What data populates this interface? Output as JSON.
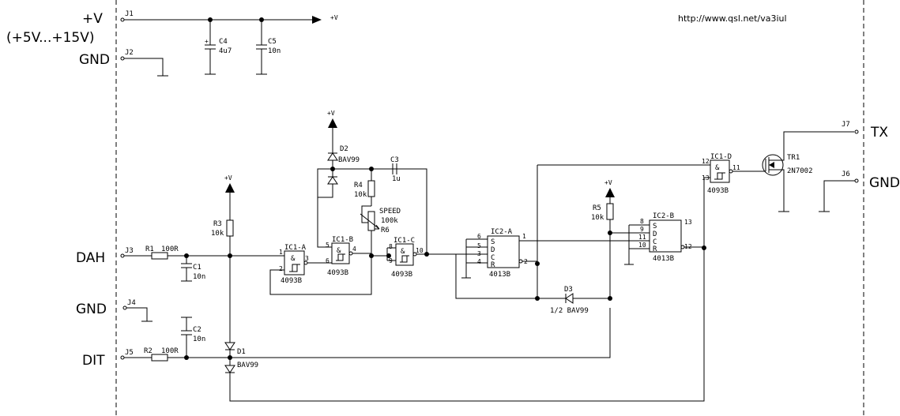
{
  "url": "http://www.qsl.net/va3iul",
  "supply": {
    "v_label": "+V",
    "range": "(+5V...+15V)",
    "gnd": "GND",
    "net": "+V"
  },
  "ports": {
    "dah": "DAH",
    "gnd_mid": "GND",
    "dit": "DIT",
    "tx": "TX",
    "gnd_right": "GND"
  },
  "jacks": [
    "J1",
    "J2",
    "J3",
    "J4",
    "J5",
    "J6",
    "J7"
  ],
  "components": {
    "c4": {
      "ref": "C4",
      "value": "4u7"
    },
    "c5": {
      "ref": "C5",
      "value": "10n"
    },
    "c1": {
      "ref": "C1",
      "value": "10n"
    },
    "c2": {
      "ref": "C2",
      "value": "10n"
    },
    "c3": {
      "ref": "C3",
      "value": "1u"
    },
    "r1": {
      "ref": "R1",
      "value": "100R"
    },
    "r2": {
      "ref": "R2",
      "value": "100R"
    },
    "r3": {
      "ref": "R3",
      "value": "10k"
    },
    "r4": {
      "ref": "R4",
      "value": "10k"
    },
    "r5": {
      "ref": "R5",
      "value": "10k"
    },
    "r6": {
      "ref": "R6",
      "name": "SPEED",
      "value": "100k"
    },
    "d1": {
      "ref": "D1",
      "value": "BAV99"
    },
    "d2": {
      "ref": "D2",
      "value": "BAV99"
    },
    "d3": {
      "ref": "D3",
      "value": "1/2 BAV99"
    },
    "tr1": {
      "ref": "TR1",
      "value": "2N7002"
    }
  },
  "gates": {
    "ic1a": {
      "ref": "IC1-A",
      "part": "4093B",
      "pins": [
        "1",
        "2",
        "3"
      ]
    },
    "ic1b": {
      "ref": "IC1-B",
      "part": "4093B",
      "pins": [
        "5",
        "6",
        "4"
      ]
    },
    "ic1c": {
      "ref": "IC1-C",
      "part": "4093B",
      "pins": [
        "8",
        "9",
        "10"
      ]
    },
    "ic1d": {
      "ref": "IC1-D",
      "part": "4093B",
      "pins": [
        "12",
        "13",
        "11"
      ]
    },
    "symbol": "&"
  },
  "flipflops": {
    "ic2a": {
      "ref": "IC2-A",
      "part": "4013B",
      "pins": {
        "s": "6",
        "d": "5",
        "c": "3",
        "r": "4",
        "q": "1",
        "qn": "2"
      }
    },
    "ic2b": {
      "ref": "IC2-B",
      "part": "4013B",
      "pins": {
        "s": "8",
        "d": "9",
        "c": "11",
        "r": "10",
        "q": "13",
        "qn": "12"
      }
    },
    "pin_names": [
      "S",
      "D",
      "C",
      "R"
    ]
  },
  "icons": {
    "schmitt": "schmitt-trigger-icon",
    "vcc": "supply-arrow-icon",
    "ground": "ground-icon"
  }
}
